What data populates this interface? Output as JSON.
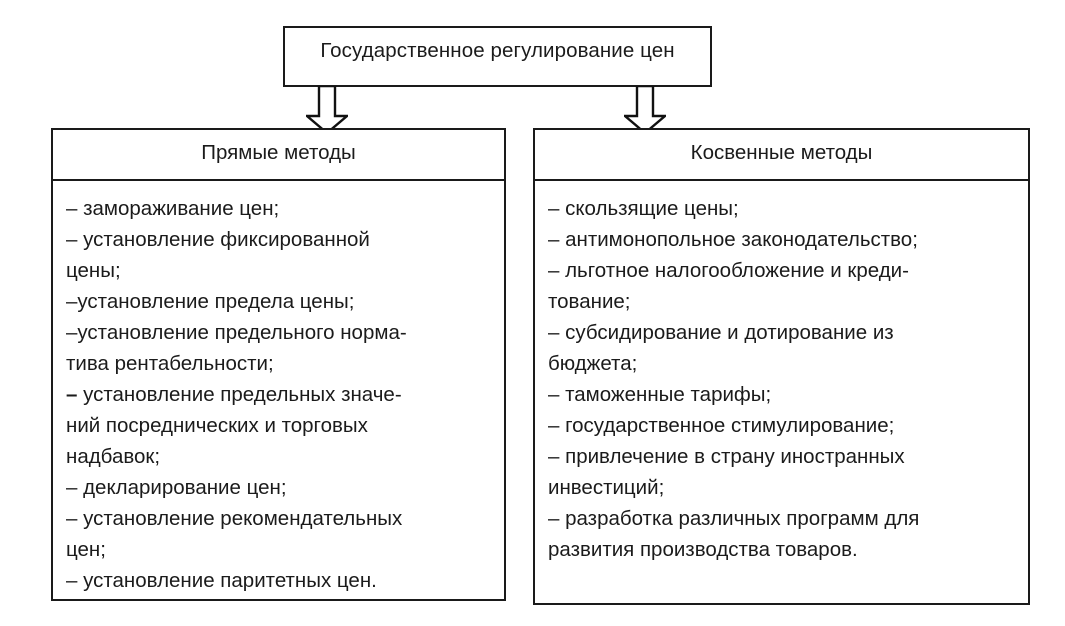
{
  "diagram": {
    "root": {
      "title": "Государственное регулирование цен"
    },
    "connectors": [
      {
        "name": "arrow-to-direct-methods",
        "direction": "down"
      },
      {
        "name": "arrow-to-indirect-methods",
        "direction": "down"
      }
    ],
    "panels": [
      {
        "id": "direct-methods",
        "header": "Прямые методы",
        "lines": [
          {
            "text": "– замораживание цен;",
            "bold_dash": false
          },
          {
            "text": "– установление фиксированной",
            "bold_dash": false
          },
          {
            "text": "цены;",
            "bold_dash": false
          },
          {
            "text": "–установление предела цены;",
            "bold_dash": false
          },
          {
            "text": "–установление предельного норма-",
            "bold_dash": false
          },
          {
            "text": "тива рентабельности;",
            "bold_dash": false
          },
          {
            "text": "– установление предельных значе-",
            "bold_dash": true
          },
          {
            "text": "ний посреднических и торговых",
            "bold_dash": false
          },
          {
            "text": "надбавок;",
            "bold_dash": false
          },
          {
            "text": "– декларирование цен;",
            "bold_dash": false
          },
          {
            "text": "– установление рекомендательных",
            "bold_dash": false
          },
          {
            "text": "цен;",
            "bold_dash": false
          },
          {
            "text": "– установление паритетных цен.",
            "bold_dash": false
          }
        ]
      },
      {
        "id": "indirect-methods",
        "header": "Косвенные методы",
        "lines": [
          {
            "text": "– скользящие цены;",
            "bold_dash": false
          },
          {
            "text": "– антимонопольное законодательство;",
            "bold_dash": false
          },
          {
            "text": "– льготное налогообложение и креди-",
            "bold_dash": false
          },
          {
            "text": "тование;",
            "bold_dash": false
          },
          {
            "text": "– субсидирование и дотирование из",
            "bold_dash": false
          },
          {
            "text": "бюджета;",
            "bold_dash": false
          },
          {
            "text": "– таможенные тарифы;",
            "bold_dash": false
          },
          {
            "text": "– государственное стимулирование;",
            "bold_dash": false
          },
          {
            "text": "– привлечение в страну иностранных",
            "bold_dash": false
          },
          {
            "text": "инвестиций;",
            "bold_dash": false
          },
          {
            "text": "– разработка различных программ для",
            "bold_dash": false
          },
          {
            "text": "развития производства товаров.",
            "bold_dash": false
          }
        ]
      }
    ],
    "colors": {
      "border": "#1a1a1a",
      "text": "#1b1b1b",
      "background": "#ffffff"
    }
  }
}
